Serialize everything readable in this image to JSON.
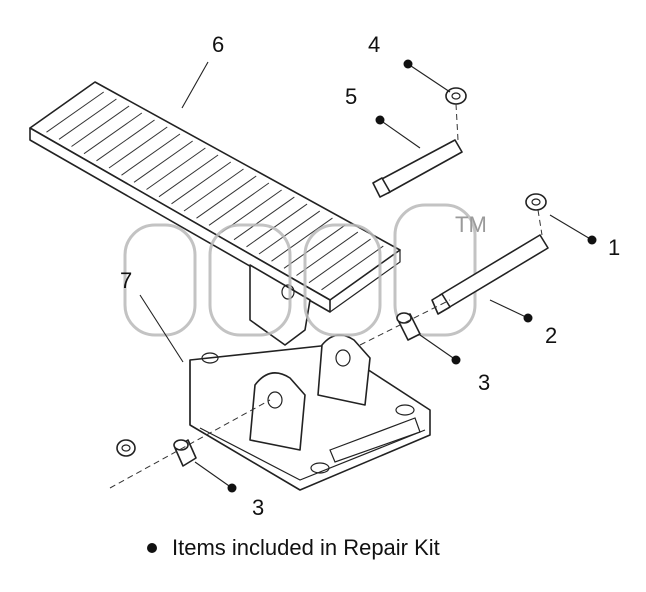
{
  "diagram": {
    "callouts": {
      "pedal": "6",
      "retainer_top": "4",
      "pin_short": "5",
      "retainer_right": "1",
      "pin_long": "2",
      "bushing_right": "3",
      "bushing_left": "3",
      "base": "7"
    },
    "watermark": {
      "trademark": "TM"
    },
    "legend": {
      "text": "Items included in Repair Kit"
    }
  }
}
